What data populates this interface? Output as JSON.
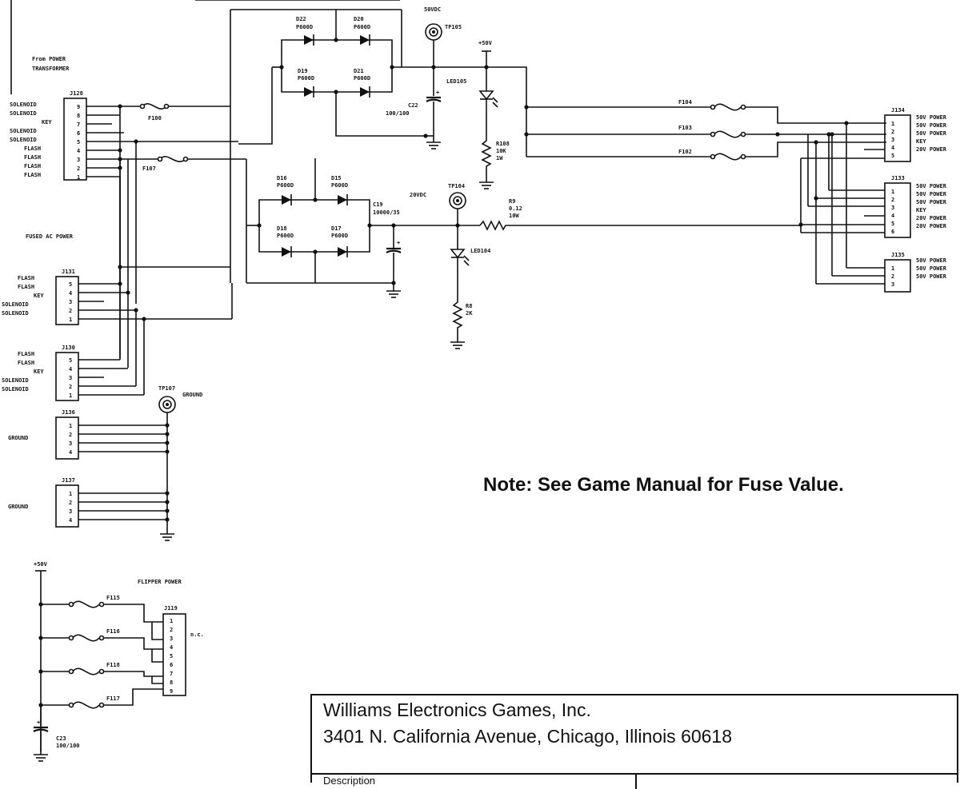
{
  "note": "Note:  See Game Manual for Fuse Value.",
  "title_block": {
    "company": "Williams Electronics Games, Inc.",
    "address": "3401 N. California Avenue, Chicago, Illinois 60618",
    "description": "Description"
  },
  "source_label": "From POWER\nTRANSFORMER",
  "source_line1": "From POWER",
  "source_line2": "TRANSFORMER",
  "fused_ac_label": "FUSED AC POWER",
  "flipper_label": "FLIPPER POWER",
  "nc_label": "n.c.",
  "test_points": {
    "tp105": "TP105",
    "tp105_v": "50VDC",
    "tp104": "TP104",
    "tp104_v": "20VDC",
    "tp107": "TP107",
    "tp107_v": "GROUND"
  },
  "rails": {
    "plus50v": "+50V",
    "plus50v_b": "+50V"
  },
  "components": {
    "d22": [
      "D22",
      "P600D"
    ],
    "d20": [
      "D20",
      "P600D"
    ],
    "d19": [
      "D19",
      "P600D"
    ],
    "d21": [
      "D21",
      "P600D"
    ],
    "d16": [
      "D16",
      "P600D"
    ],
    "d15": [
      "D15",
      "P600D"
    ],
    "d18": [
      "D18",
      "P600D"
    ],
    "d17": [
      "D17",
      "P600D"
    ],
    "c22": [
      "C22",
      "100/100"
    ],
    "c19": [
      "C19",
      "10000/35"
    ],
    "c23": [
      "C23",
      "100/100"
    ],
    "led105": "LED105",
    "led104": "LED104",
    "r108": [
      "R108",
      "10K",
      "1W"
    ],
    "r9": [
      "R9",
      "0.12",
      "10W"
    ],
    "r8": [
      "R8",
      "2K"
    ],
    "f100": "F100",
    "f107": "F107",
    "f104": "F104",
    "f103": "F103",
    "f102": "F102",
    "f115": "F115",
    "f116": "F116",
    "f118": "F118",
    "f117": "F117"
  },
  "connectors": {
    "j128": {
      "name": "J128",
      "pins": [
        "9",
        "8",
        "7",
        "6",
        "5",
        "4",
        "3",
        "2",
        "1"
      ],
      "labels": [
        "SOLENOID",
        "SOLENOID",
        "KEY",
        "SOLENOID",
        "SOLENOID",
        "FLASH",
        "FLASH",
        "FLASH",
        "FLASH"
      ]
    },
    "j131": {
      "name": "J131",
      "pins": [
        "5",
        "4",
        "3",
        "2",
        "1"
      ],
      "labels": [
        "FLASH",
        "FLASH",
        "KEY",
        "SOLENOID",
        "SOLENOID"
      ]
    },
    "j130": {
      "name": "J130",
      "pins": [
        "5",
        "4",
        "3",
        "2",
        "1"
      ],
      "labels": [
        "FLASH",
        "FLASH",
        "KEY",
        "SOLENOID",
        "SOLENOID"
      ]
    },
    "j136": {
      "name": "J136",
      "pins": [
        "1",
        "2",
        "3",
        "4"
      ],
      "label": "GROUND"
    },
    "j137": {
      "name": "J137",
      "pins": [
        "1",
        "2",
        "3",
        "4"
      ],
      "label": "GROUND"
    },
    "j134": {
      "name": "J134",
      "pins": [
        "1",
        "2",
        "3",
        "4",
        "5"
      ],
      "labels": [
        "50V POWER",
        "50V POWER",
        "50V POWER",
        "KEY",
        "20V POWER"
      ]
    },
    "j133": {
      "name": "J133",
      "pins": [
        "1",
        "2",
        "3",
        "4",
        "5",
        "6"
      ],
      "labels": [
        "50V POWER",
        "50V POWER",
        "50V POWER",
        "KEY",
        "20V POWER",
        "20V POWER"
      ]
    },
    "j135": {
      "name": "J135",
      "pins": [
        "1",
        "2",
        "3"
      ],
      "labels": [
        "50V POWER",
        "50V POWER",
        "50V POWER"
      ]
    },
    "j119": {
      "name": "J119",
      "pins": [
        "1",
        "2",
        "3",
        "4",
        "5",
        "6",
        "7",
        "8",
        "9"
      ]
    }
  }
}
